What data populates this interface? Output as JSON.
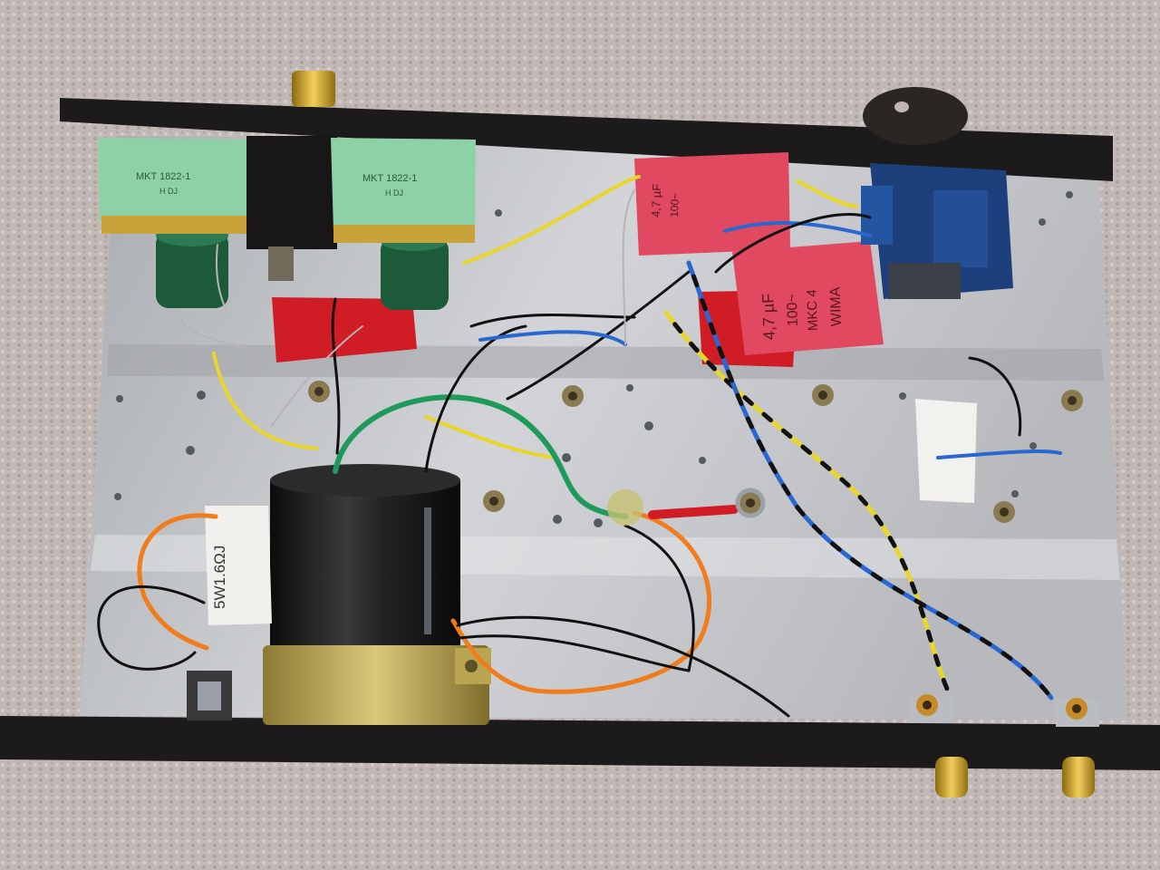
{
  "labels": {
    "cap_left_brand": "MKT 1822-1",
    "cap_left_sub": "H DJ",
    "cap_mid_brand": "MKT 1822-1",
    "cap_mid_sub": "H DJ",
    "cap_red_back_value": "4,7 µF",
    "cap_red_back_voltage": "100~",
    "cap_red_front_brand": "WIMA",
    "cap_red_front_series": "MKC 4",
    "cap_red_front_value": "4,7 µF",
    "cap_red_front_voltage": "100~",
    "resistor_left": "5W1.6ΩJ"
  },
  "colors": {
    "carpet": "#bfb6b4",
    "chassis_black": "#1c1a1a",
    "aluminum": "#c4c6c9",
    "film_cap_green": "#8fd1a6",
    "red_cap": "#e0495f",
    "blue_pot": "#1d3f7c",
    "wire_yellow": "#e8d62a",
    "wire_green": "#1f9a5c",
    "wire_orange": "#f07c1c",
    "wire_blue": "#2a68d0",
    "wire_black": "#111111"
  }
}
